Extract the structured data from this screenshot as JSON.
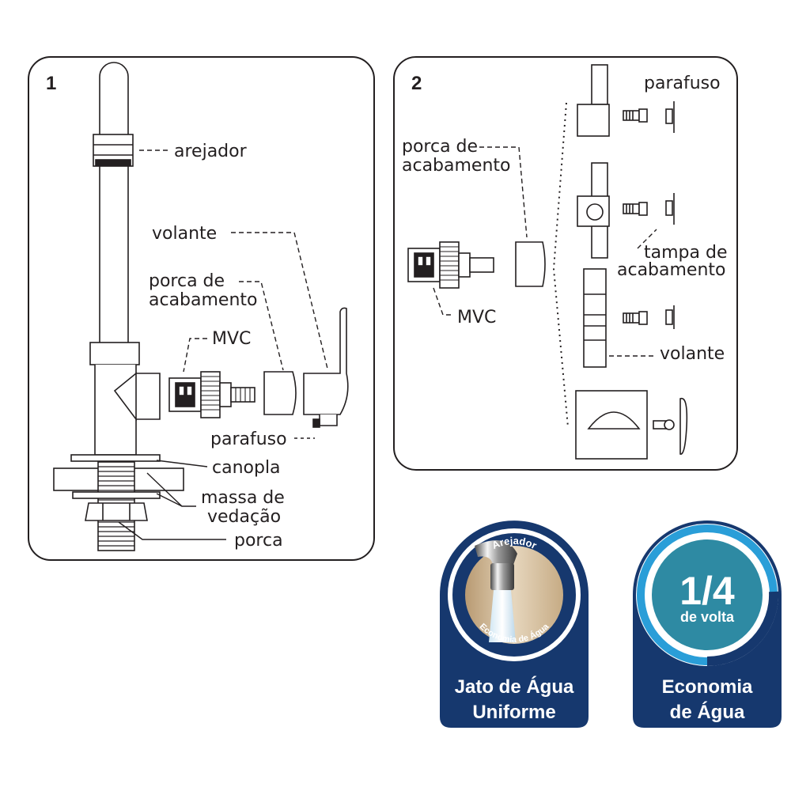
{
  "panel1": {
    "number": "1",
    "labels": {
      "arejador": "arejador",
      "volante": "volante",
      "porca_acab_1": "porca de",
      "porca_acab_2": "acabamento",
      "mvc": "MVC",
      "parafuso": "parafuso",
      "canopla": "canopla",
      "massa_1": "massa de",
      "massa_2": "vedação",
      "porca": "porca"
    }
  },
  "panel2": {
    "number": "2",
    "labels": {
      "porca_acab_1": "porca de",
      "porca_acab_2": "acabamento",
      "mvc": "MVC",
      "parafuso": "parafuso",
      "tampa_1": "tampa de",
      "tampa_2": "acabamento",
      "volante": "volante"
    }
  },
  "badge1": {
    "ring_top": "Arejador",
    "ring_bottom": "Economia de Água",
    "line1": "Jato de Água",
    "line2": "Uniforme",
    "color": "#16386e"
  },
  "badge2": {
    "big": "1/4",
    "small": "de volta",
    "line1": "Economia",
    "line2": "de Água",
    "color": "#16386e",
    "accent": "#2a9ed8",
    "teal": "#2e8aa3"
  }
}
